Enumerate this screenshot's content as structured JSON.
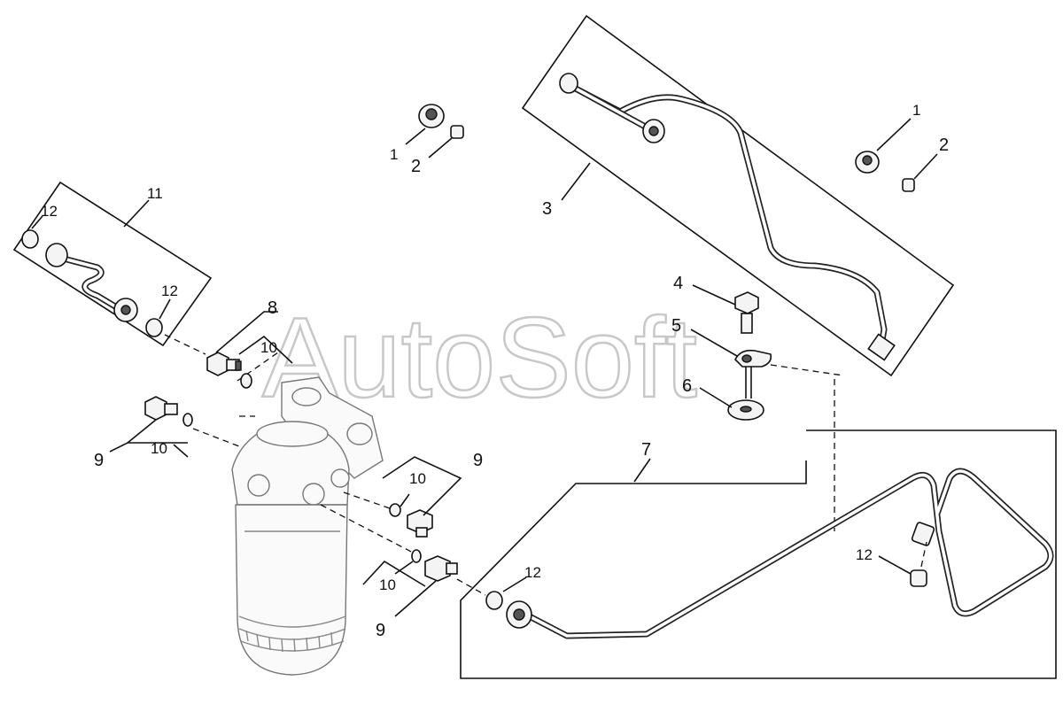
{
  "watermark": "AutoSoft",
  "callouts": {
    "c1_top_left": "1",
    "c2_top_left": "2",
    "c1_top_right": "1",
    "c2_top_right": "2",
    "c3": "3",
    "c4": "4",
    "c5": "5",
    "c6": "6",
    "c7": "7",
    "c8": "8",
    "c9_left": "9",
    "c9_mid": "9",
    "c9_bottom": "9",
    "c10_top": "10",
    "c10_left": "10",
    "c10_mid": "10",
    "c10_bottom": "10",
    "c11": "11",
    "c12_box_top": "12",
    "c12_box_right": "12",
    "c12_lower_mid": "12",
    "c12_lower_right": "12"
  }
}
